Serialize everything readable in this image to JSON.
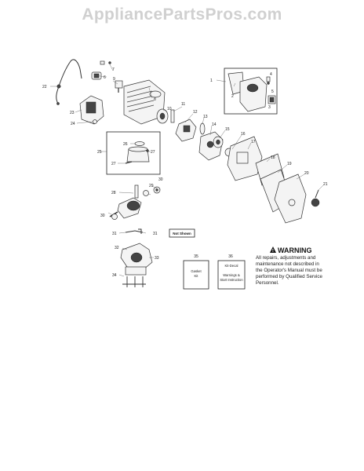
{
  "watermark": "AppliancePartsPros.com",
  "callouts": {
    "c1": "1",
    "c2": "2",
    "c3": "3",
    "c4": "4",
    "c5": "5",
    "c6": "6",
    "c7": "7",
    "c8": "8",
    "c9": "9",
    "c10": "10",
    "c11": "11",
    "c12": "12",
    "c13": "13",
    "c14": "14",
    "c15": "15",
    "c16": "16",
    "c17": "17",
    "c18": "18",
    "c19": "19",
    "c20": "20",
    "c21": "21",
    "c22": "22",
    "c23": "23",
    "c24": "24",
    "c25": "25",
    "c26": "26",
    "c27": "27",
    "c27b": "27",
    "c28": "28",
    "c29": "29",
    "c30": "30",
    "c30b": "30",
    "c31": "31",
    "c31b": "31",
    "c32": "32",
    "c33": "33",
    "c34": "34"
  },
  "not_shown": "Not Shown",
  "kit35": {
    "number": "35",
    "line1": "Gasket",
    "line2": "Kit"
  },
  "kit36": {
    "number": "36",
    "header": "Kit-Decal",
    "line1": "Warnings &",
    "line2": "Start Instruction"
  },
  "warning": {
    "title": "WARNING",
    "lines": [
      "All repairs, adjustments and",
      "maintenance not described in",
      "the Operator's Manual must be",
      "performed by Qualified Service",
      "Personnel."
    ]
  }
}
